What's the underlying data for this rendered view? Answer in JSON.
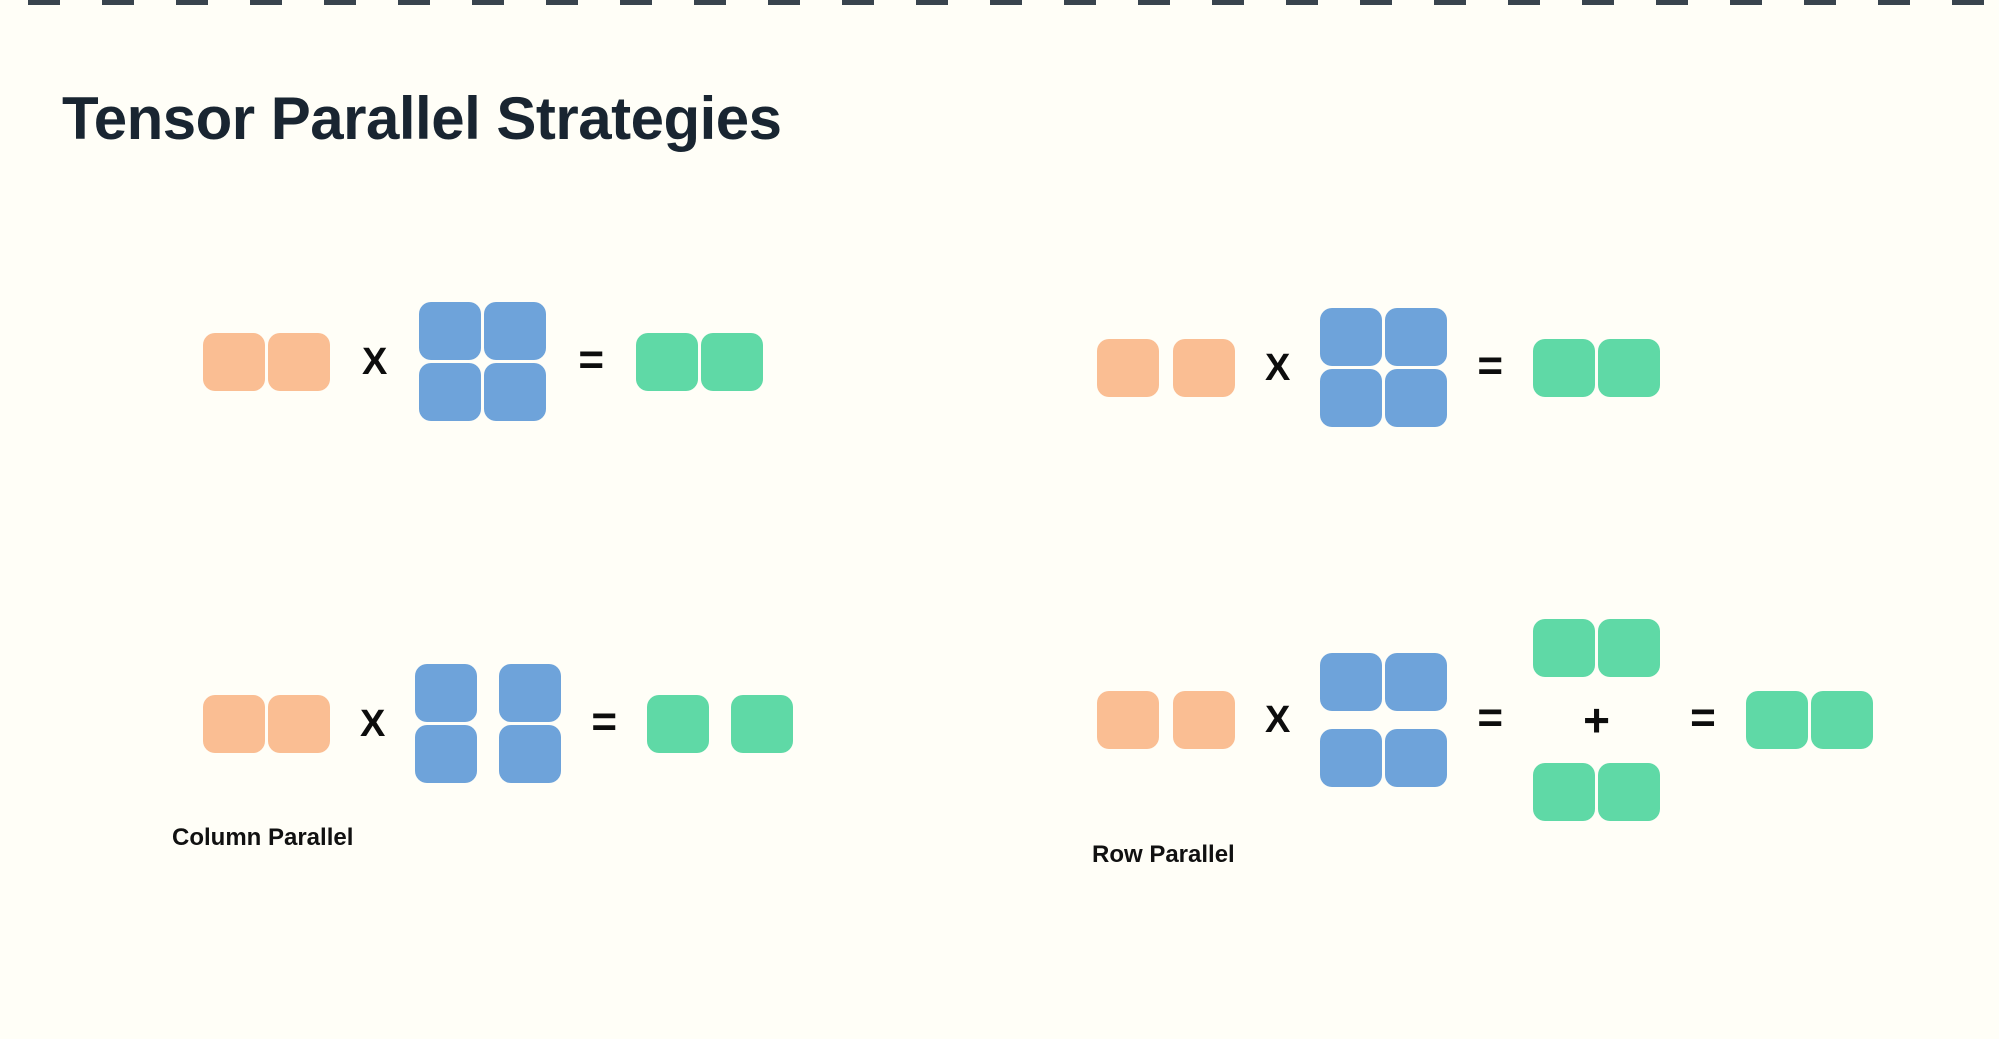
{
  "page": {
    "title": "Tensor Parallel Strategies"
  },
  "symbols": {
    "multiply": "X",
    "equals": "=",
    "plus": "+"
  },
  "colors": {
    "background": "#FFFEF7",
    "top_ticks": "#232F3B",
    "title": "#192531",
    "symbol": "#0D0D0D",
    "input": "#FABE93",
    "weight": "#6EA3DA",
    "output": "#5FD9A6"
  },
  "labels": {
    "column_parallel": "Column Parallel",
    "row_parallel": "Row Parallel"
  },
  "diagrams": {
    "baseline_left": {
      "items": [
        {
          "type": "matrix",
          "role": "input",
          "rows": 1,
          "cols": 2
        },
        {
          "type": "op",
          "glyph": "multiply"
        },
        {
          "type": "matrix",
          "role": "weight",
          "rows": 2,
          "cols": 2
        },
        {
          "type": "op",
          "glyph": "equals"
        },
        {
          "type": "matrix",
          "role": "output",
          "rows": 1,
          "cols": 2
        }
      ]
    },
    "baseline_right": {
      "items": [
        {
          "type": "matrix",
          "role": "input",
          "rows": 1,
          "cols": 2,
          "spread": true
        },
        {
          "type": "op",
          "glyph": "multiply"
        },
        {
          "type": "matrix",
          "role": "weight",
          "rows": 2,
          "cols": 2
        },
        {
          "type": "op",
          "glyph": "equals"
        },
        {
          "type": "matrix",
          "role": "output",
          "rows": 1,
          "cols": 2
        }
      ]
    },
    "column_parallel": {
      "label_key": "column_parallel",
      "items": [
        {
          "type": "matrix",
          "role": "input",
          "rows": 1,
          "cols": 2
        },
        {
          "type": "op",
          "glyph": "multiply"
        },
        {
          "type": "matrix",
          "role": "weight",
          "rows": 2,
          "cols": 2,
          "split_cols": true
        },
        {
          "type": "op",
          "glyph": "equals"
        },
        {
          "type": "matrix",
          "role": "output",
          "rows": 1,
          "cols": 2,
          "split_cols": true
        }
      ]
    },
    "row_parallel": {
      "label_key": "row_parallel",
      "items": [
        {
          "type": "matrix",
          "role": "input",
          "rows": 1,
          "cols": 2,
          "spread": true
        },
        {
          "type": "op",
          "glyph": "multiply"
        },
        {
          "type": "matrix",
          "role": "weight",
          "rows": 2,
          "cols": 2,
          "split_rows": true
        },
        {
          "type": "op",
          "glyph": "equals"
        },
        {
          "type": "stack",
          "items": [
            {
              "type": "matrix",
              "role": "output",
              "rows": 1,
              "cols": 2
            },
            {
              "type": "op",
              "glyph": "plus"
            },
            {
              "type": "matrix",
              "role": "output",
              "rows": 1,
              "cols": 2
            }
          ]
        },
        {
          "type": "op",
          "glyph": "equals"
        },
        {
          "type": "matrix",
          "role": "output",
          "rows": 1,
          "cols": 2
        }
      ]
    }
  }
}
